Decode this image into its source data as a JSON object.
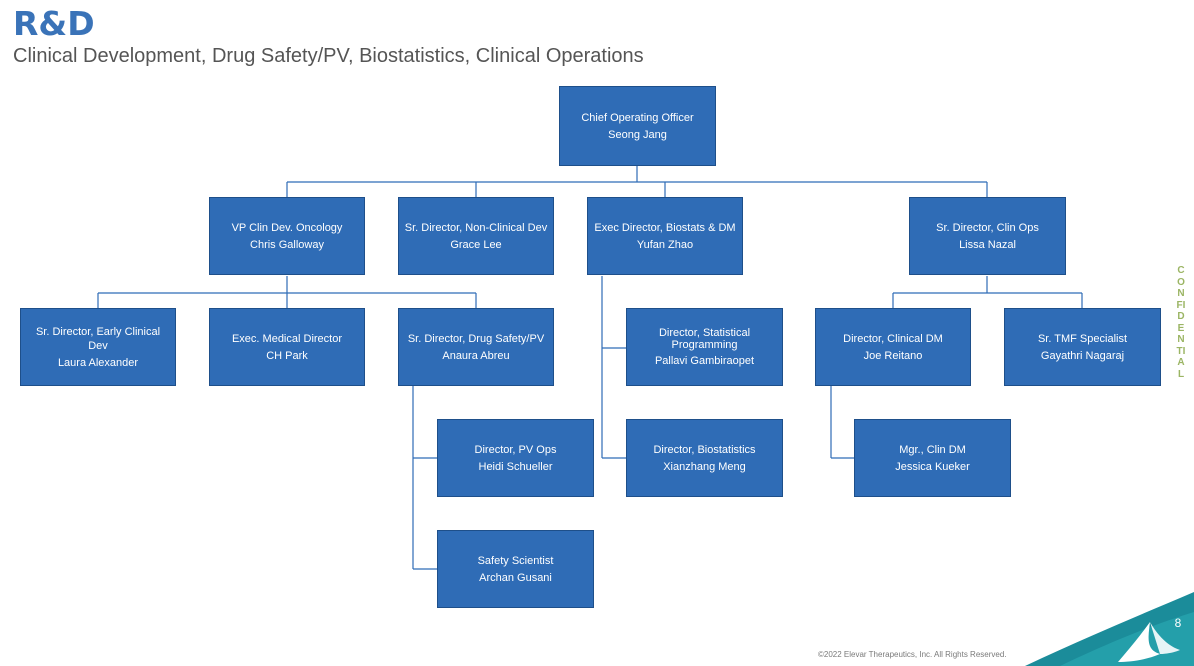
{
  "header": {
    "title": "R&D",
    "subtitle": "Clinical Development, Drug Safety/PV, Biostatistics, Clinical Operations"
  },
  "org": {
    "coo": {
      "role": "Chief Operating Officer",
      "name": "Seong Jang"
    },
    "vp_clin_dev": {
      "role": "VP Clin Dev. Oncology",
      "name": "Chris Galloway"
    },
    "non_clinical": {
      "role": "Sr. Director, Non-Clinical Dev",
      "name": "Grace Lee"
    },
    "biostats_dm": {
      "role": "Exec Director, Biostats & DM",
      "name": "Yufan Zhao"
    },
    "clin_ops": {
      "role": "Sr. Director, Clin Ops",
      "name": "Lissa Nazal"
    },
    "early_clinical": {
      "role": "Sr. Director, Early Clinical Dev",
      "name": "Laura Alexander"
    },
    "exec_medical": {
      "role": "Exec. Medical Director",
      "name": "CH Park"
    },
    "drug_safety": {
      "role": "Sr. Director, Drug Safety/PV",
      "name": "Anaura Abreu"
    },
    "stat_programming": {
      "role": "Director, Statistical Programming",
      "name": "Pallavi Gambiraopet"
    },
    "clinical_dm": {
      "role": "Director, Clinical DM",
      "name": "Joe Reitano"
    },
    "tmf_specialist": {
      "role": "Sr. TMF Specialist",
      "name": "Gayathri Nagaraj"
    },
    "pv_ops": {
      "role": "Director, PV Ops",
      "name": "Heidi Schueller"
    },
    "biostatistics": {
      "role": "Director, Biostatistics",
      "name": "Xianzhang Meng"
    },
    "clin_dm_mgr": {
      "role": "Mgr., Clin DM",
      "name": "Jessica Kueker"
    },
    "safety_scientist": {
      "role": "Safety Scientist",
      "name": "Archan Gusani"
    }
  },
  "side_label": "CONFIDENTIAL",
  "footer": {
    "copyright": "©2022 Elevar Therapeutics, Inc. All Rights Reserved.",
    "page_number": "8"
  },
  "colors": {
    "box_fill": "#2f6cb6",
    "title": "#3a73b8",
    "connector": "#2f6cb6",
    "confidential": "#9bb564",
    "logo_teal": "#1b8c9a"
  }
}
